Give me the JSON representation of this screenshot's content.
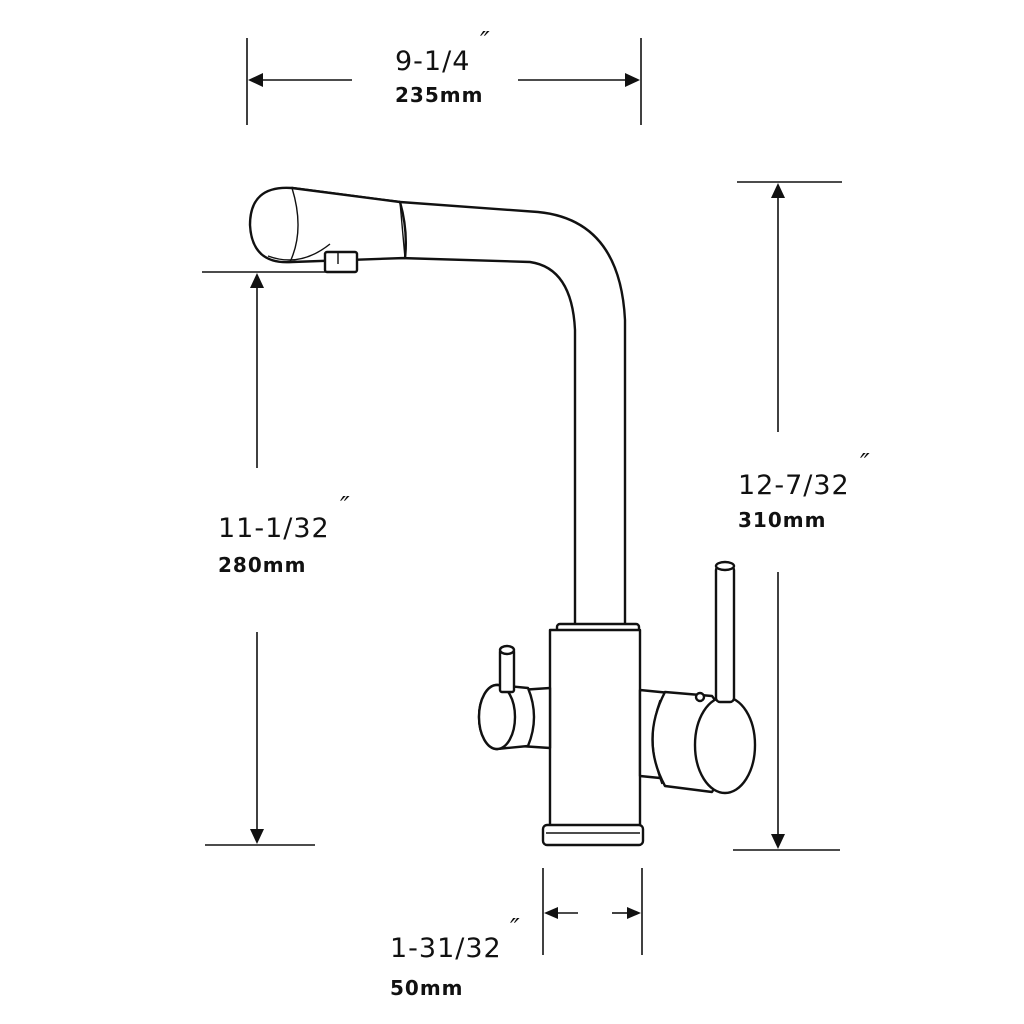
{
  "dimensions": {
    "spout_reach": {
      "inch": "9-1/4",
      "mm": "235mm",
      "inch_mark": "″"
    },
    "spout_height": {
      "inch": "11-1/32",
      "mm": "280mm",
      "inch_mark": "″"
    },
    "total_height": {
      "inch": "12-7/32",
      "mm": "310mm",
      "inch_mark": "″"
    },
    "base_diameter": {
      "inch": "1-31/32",
      "mm": "50mm",
      "inch_mark": "″"
    }
  },
  "colors": {
    "line": "#111111",
    "background": "#ffffff"
  }
}
